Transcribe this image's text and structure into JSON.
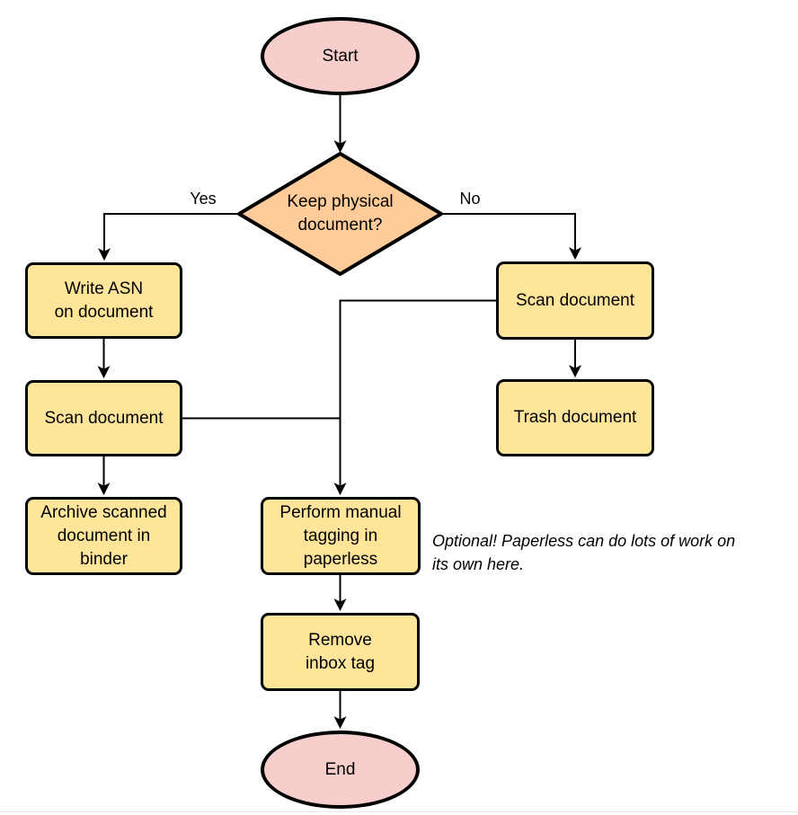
{
  "diagram": {
    "type": "flowchart",
    "nodes": {
      "start": {
        "label": "Start",
        "shape": "terminator"
      },
      "decision": {
        "label": "Keep physical\ndocument?",
        "shape": "decision"
      },
      "write_asn": {
        "label": "Write ASN\non document",
        "shape": "process"
      },
      "scan_left": {
        "label": "Scan document",
        "shape": "process"
      },
      "archive": {
        "label": "Archive scanned\ndocument in\nbinder",
        "shape": "process"
      },
      "scan_right": {
        "label": "Scan document",
        "shape": "process"
      },
      "trash": {
        "label": "Trash document",
        "shape": "process"
      },
      "perform_tagging": {
        "label": "Perform manual\ntagging in\npaperless",
        "shape": "process"
      },
      "remove_inbox": {
        "label": "Remove\ninbox tag",
        "shape": "process"
      },
      "end": {
        "label": "End",
        "shape": "terminator"
      }
    },
    "edge_labels": {
      "yes": "Yes",
      "no": "No"
    },
    "note": {
      "text": "Optional! Paperless can do lots of work on\nits own here."
    },
    "colors": {
      "terminator-fill": "#f8cecc",
      "decision-fill": "#ffcc99",
      "process-fill": "#ffe599",
      "shape-border": "#000000",
      "edge": "#000000",
      "text": "#000000",
      "background": "#ffffff"
    }
  }
}
